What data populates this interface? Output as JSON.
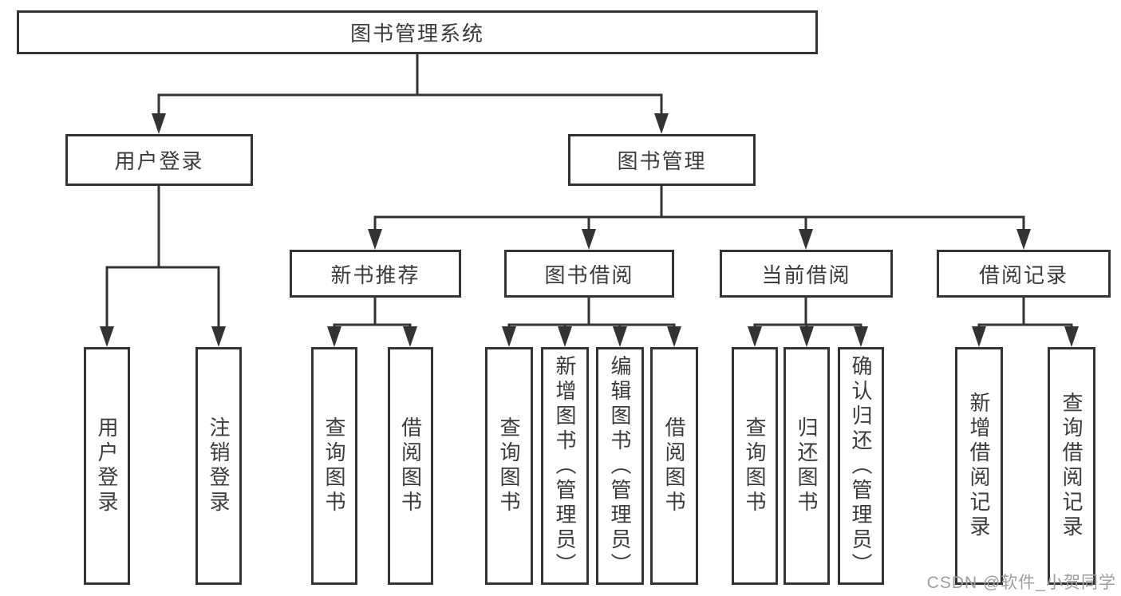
{
  "diagram": {
    "root": {
      "label": "图书管理系统"
    },
    "level2": [
      {
        "label": "用户登录"
      },
      {
        "label": "图书管理"
      }
    ],
    "level3": [
      {
        "label": "新书推荐"
      },
      {
        "label": "图书借阅"
      },
      {
        "label": "当前借阅"
      },
      {
        "label": "借阅记录"
      }
    ],
    "leaves": {
      "user_login": [
        {
          "label": "用户登录"
        },
        {
          "label": "注销登录"
        }
      ],
      "new_book_recommend": [
        {
          "label": "查询图书"
        },
        {
          "label": "借阅图书"
        }
      ],
      "book_borrow": [
        {
          "label": "查询图书"
        },
        {
          "label": "新增图书（管理员）"
        },
        {
          "label": "编辑图书（管理员）"
        },
        {
          "label": "借阅图书"
        }
      ],
      "current_borrow": [
        {
          "label": "查询图书"
        },
        {
          "label": "归还图书"
        },
        {
          "label": "确认归还（管理员）"
        }
      ],
      "borrow_record": [
        {
          "label": "新增借阅记录"
        },
        {
          "label": "查询借阅记录"
        }
      ]
    },
    "colors": {
      "line": "#333333",
      "text": "#3b3b3b",
      "background": "#ffffff",
      "watermark": "#9d9d9d"
    }
  },
  "watermark": {
    "text": "CSDN @软件_小贺同学"
  }
}
